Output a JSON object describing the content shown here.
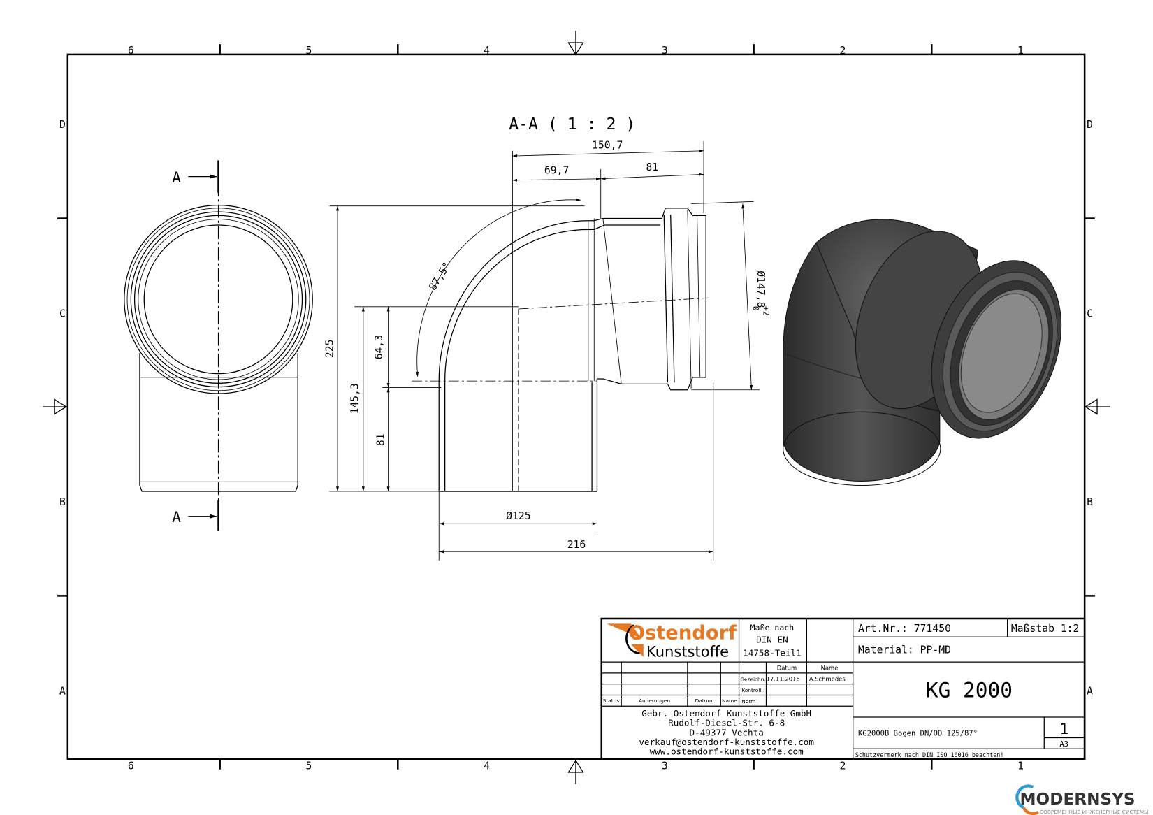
{
  "sheet": {
    "columns": [
      "6",
      "5",
      "4",
      "3",
      "2",
      "1"
    ],
    "rows": [
      "D",
      "C",
      "B",
      "A"
    ]
  },
  "views": {
    "section_marker": "A",
    "section_title": "A-A ( 1 : 2 )"
  },
  "dimensions": {
    "overall_width": "150,7",
    "left_width": "69,7",
    "socket_width": "81",
    "height_total": "225",
    "height_center": "145,3",
    "height_upper": "64,3",
    "height_lower": "81",
    "angle": "87,5°",
    "diameter_spigot": "Ø125",
    "total_length": "216",
    "diameter_socket": "Ø147,8",
    "tolerance_upper": "+2",
    "tolerance_lower": "0"
  },
  "title_block": {
    "company_logo_line1": "Ostendorf",
    "company_logo_line2": "Kunststoffe",
    "standard_line1": "Maße nach",
    "standard_line2": "DIN EN",
    "standard_line3": "14758-Teil1",
    "col_datum": "Datum",
    "col_name": "Name",
    "row_gezeichnet": "Gezeichn.",
    "drawn_date": "17.11.2016",
    "drawn_by": "A.Schmedes",
    "row_kontroll": "Kontroll.",
    "row_norm": "Norm",
    "rev_status": "Status",
    "rev_changes": "Änderungen",
    "rev_date": "Datum",
    "rev_name": "Name",
    "address": [
      "Gebr. Ostendorf Kunststoffe GmbH",
      "Rudolf-Diesel-Str. 6-8",
      "D-49377 Vechta",
      "verkauf@ostendorf-kunststoffe.com",
      "www.ostendorf-kunststoffe.com"
    ],
    "art_nr": "Art.Nr.: 771450",
    "scale": "Maßstab 1:2",
    "material": "Material: PP-MD",
    "product": "KG 2000",
    "description": "KG2000B Bogen DN/OD 125/87°",
    "sheet_number": "1",
    "format": "A3",
    "copyright_note": "Schutzvermerk nach DIN ISO 16016 beachten!"
  },
  "watermark": {
    "brand": "MODERNSYS",
    "tagline": "СОВРЕМЕННЫЕ ИНЖЕНЕРНЫЕ СИСТЕМЫ"
  },
  "colors": {
    "logo_orange": "#e87722",
    "part_dark": "#3a3a3a"
  }
}
